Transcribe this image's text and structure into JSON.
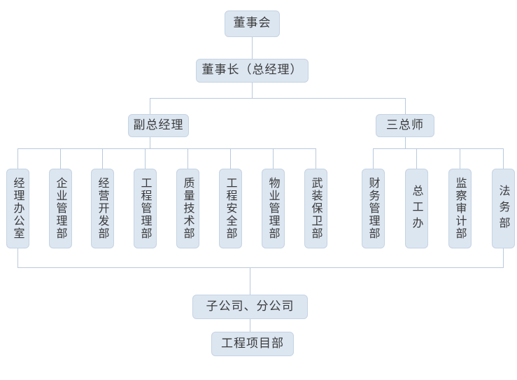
{
  "chart_title": "",
  "colors": {
    "node_fill": "#dce6f1",
    "node_border": "#c5d3e3",
    "line": "#b9c9dd",
    "text": "#3a3a3a",
    "background": "#ffffff"
  },
  "nodes": {
    "board": {
      "label": "董事会"
    },
    "chairman": {
      "label": "董事长（总经理）"
    },
    "vice_gm": {
      "label": "副总经理"
    },
    "three_chiefs": {
      "label": "三总师"
    },
    "subsidiary": {
      "label": "子公司、分公司"
    },
    "project_dept": {
      "label": "工程项目部"
    }
  },
  "departments_left": [
    {
      "label": "经理办公室",
      "spaced": false
    },
    {
      "label": "企业管理部",
      "spaced": false
    },
    {
      "label": "经营开发部",
      "spaced": false
    },
    {
      "label": "工程管理部",
      "spaced": false
    },
    {
      "label": "质量技术部",
      "spaced": false
    },
    {
      "label": "工程安全部",
      "spaced": false
    },
    {
      "label": "物业管理部",
      "spaced": false
    },
    {
      "label": "武装保卫部",
      "spaced": false
    }
  ],
  "departments_right": [
    {
      "label": "财务管理部",
      "spaced": false
    },
    {
      "label": "总工办",
      "spaced": true
    },
    {
      "label": "监察审计部",
      "spaced": false
    },
    {
      "label": "法务部",
      "spaced": true
    }
  ]
}
